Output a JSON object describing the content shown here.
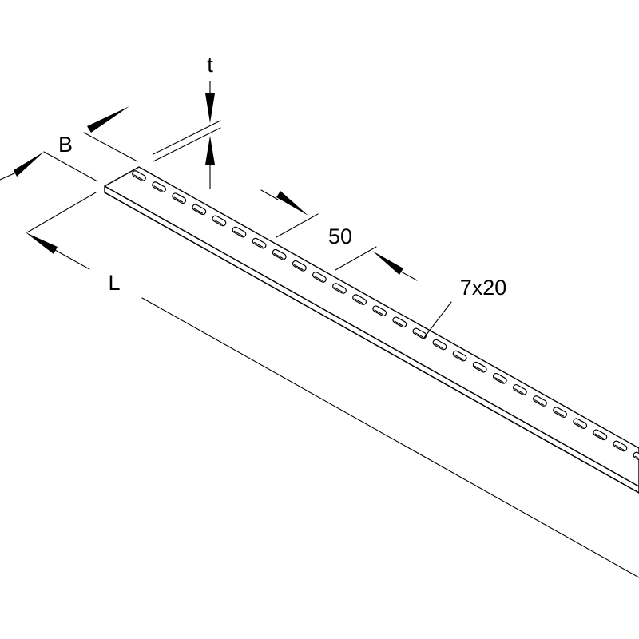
{
  "diagram": {
    "labels": {
      "thickness": "t",
      "width": "B",
      "length": "L",
      "pitch": "50",
      "slot_size": "7x20"
    }
  }
}
